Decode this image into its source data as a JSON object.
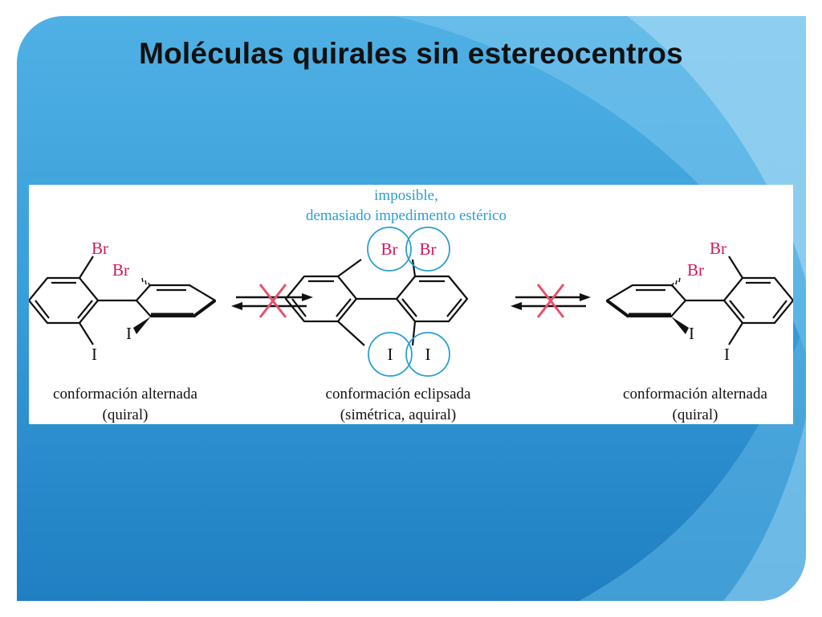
{
  "slide": {
    "title": "Moléculas quirales sin estereocentros"
  },
  "figure": {
    "annotation_line1": "imposible,",
    "annotation_line2": "demasiado impedimento estérico",
    "left": {
      "caption_line1": "conformación alternada",
      "caption_line2": "(quiral)",
      "atom_br_top": "Br",
      "atom_br_back": "Br",
      "atom_i_front": "I",
      "atom_i_bottom": "I"
    },
    "center": {
      "caption_line1": "conformación eclipsada",
      "caption_line2": "(simétrica, aquiral)",
      "atom_br_left": "Br",
      "atom_br_right": "Br",
      "atom_i_left": "I",
      "atom_i_right": "I"
    },
    "right": {
      "caption_line1": "conformación alternada",
      "caption_line2": "(quiral)",
      "atom_br_top": "Br",
      "atom_br_back": "Br",
      "atom_i_front": "I",
      "atom_i_bottom": "I"
    },
    "colors": {
      "bromine": "#d4145a",
      "annotation": "#2b9fd0",
      "circles": "#2b9fd0",
      "cross": "#e8506a",
      "bonds": "#111111"
    }
  }
}
